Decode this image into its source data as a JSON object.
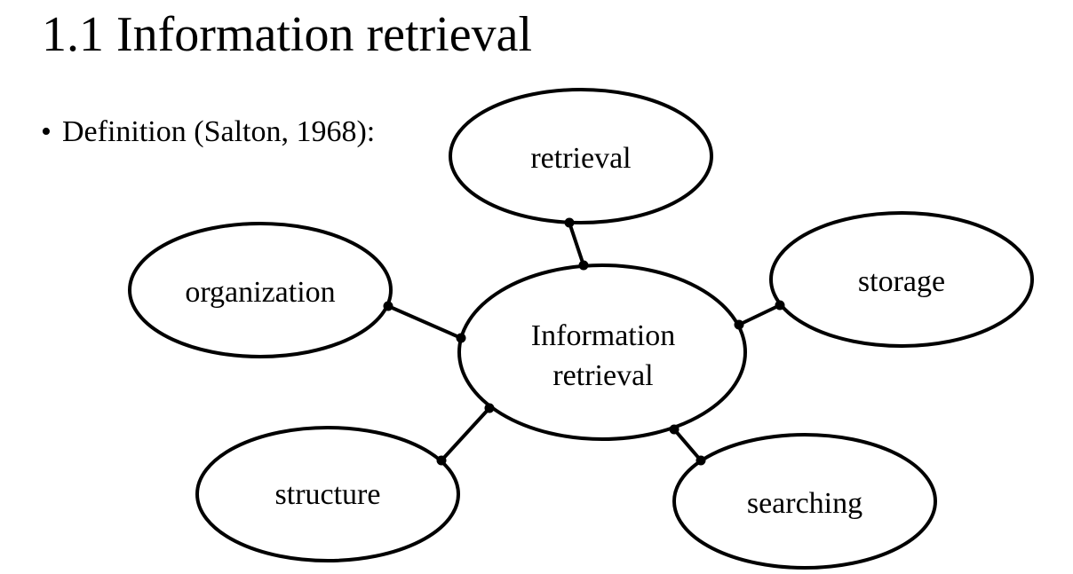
{
  "slide": {
    "title": "1.1 Information retrieval",
    "bullet_marker": "•",
    "bullet_text": "Definition (Salton, 1968):"
  },
  "diagram": {
    "center": {
      "line1": "Information",
      "line2": "retrieval"
    },
    "nodes": [
      {
        "id": "retrieval",
        "label": "retrieval"
      },
      {
        "id": "storage",
        "label": "storage"
      },
      {
        "id": "searching",
        "label": "searching"
      },
      {
        "id": "structure",
        "label": "structure"
      },
      {
        "id": "organization",
        "label": "organization"
      }
    ],
    "edges": [
      {
        "from": "center",
        "to": "retrieval"
      },
      {
        "from": "center",
        "to": "storage"
      },
      {
        "from": "center",
        "to": "searching"
      },
      {
        "from": "center",
        "to": "structure"
      },
      {
        "from": "center",
        "to": "organization"
      }
    ],
    "colors": {
      "stroke": "#000000",
      "fill": "#ffffff",
      "text": "#000000"
    }
  }
}
